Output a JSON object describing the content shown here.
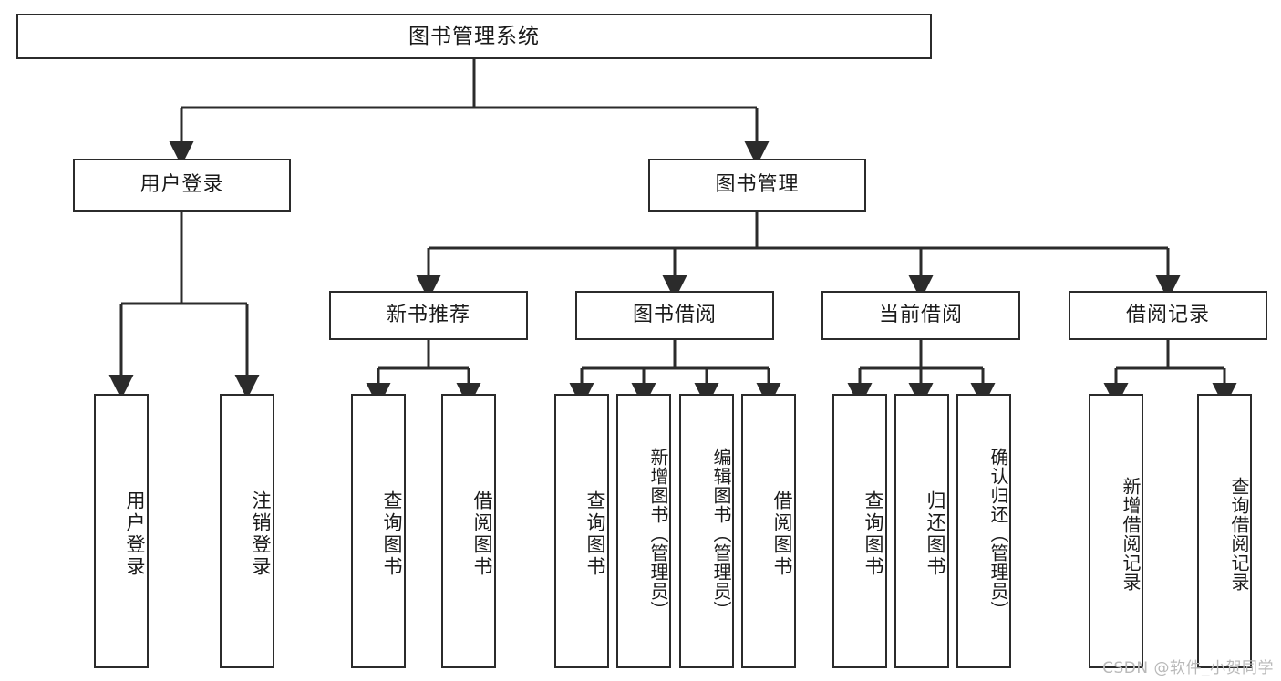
{
  "diagram": {
    "title": "图书管理系统",
    "type": "hierarchy-tree",
    "watermark": "CSDN @软件_小贺同学",
    "colors": {
      "stroke": "#2b2b2b",
      "fill": "#ffffff",
      "text": "#1a1a1a",
      "watermark": "#b9b9b9"
    },
    "nodes": {
      "root": {
        "label": "图书管理系统"
      },
      "level1": [
        {
          "id": "user-login",
          "label": "用户登录"
        },
        {
          "id": "book-manage",
          "label": "图书管理"
        }
      ],
      "level2": [
        {
          "id": "new-book-recommend",
          "label": "新书推荐"
        },
        {
          "id": "book-borrow",
          "label": "图书借阅"
        },
        {
          "id": "current-borrow",
          "label": "当前借阅"
        },
        {
          "id": "borrow-record",
          "label": "借阅记录"
        }
      ],
      "leaves": {
        "user-login": [
          {
            "id": "leaf-user-login",
            "label": "用户登录"
          },
          {
            "id": "leaf-logout-login",
            "label": "注销登录"
          }
        ],
        "new-book-recommend": [
          {
            "id": "leaf-query-book-1",
            "label": "查询图书"
          },
          {
            "id": "leaf-borrow-book-1",
            "label": "借阅图书"
          }
        ],
        "book-borrow": [
          {
            "id": "leaf-query-book-2",
            "label": "查询图书"
          },
          {
            "id": "leaf-add-book",
            "label": "新增图书（管理员）"
          },
          {
            "id": "leaf-edit-book",
            "label": "编辑图书（管理员）"
          },
          {
            "id": "leaf-borrow-book-2",
            "label": "借阅图书"
          }
        ],
        "current-borrow": [
          {
            "id": "leaf-query-book-3",
            "label": "查询图书"
          },
          {
            "id": "leaf-return-book",
            "label": "归还图书"
          },
          {
            "id": "leaf-confirm-return",
            "label": "确认归还（管理员）"
          }
        ],
        "borrow-record": [
          {
            "id": "leaf-add-record",
            "label": "新增借阅记录"
          },
          {
            "id": "leaf-query-record",
            "label": "查询借阅记录"
          }
        ]
      }
    }
  }
}
